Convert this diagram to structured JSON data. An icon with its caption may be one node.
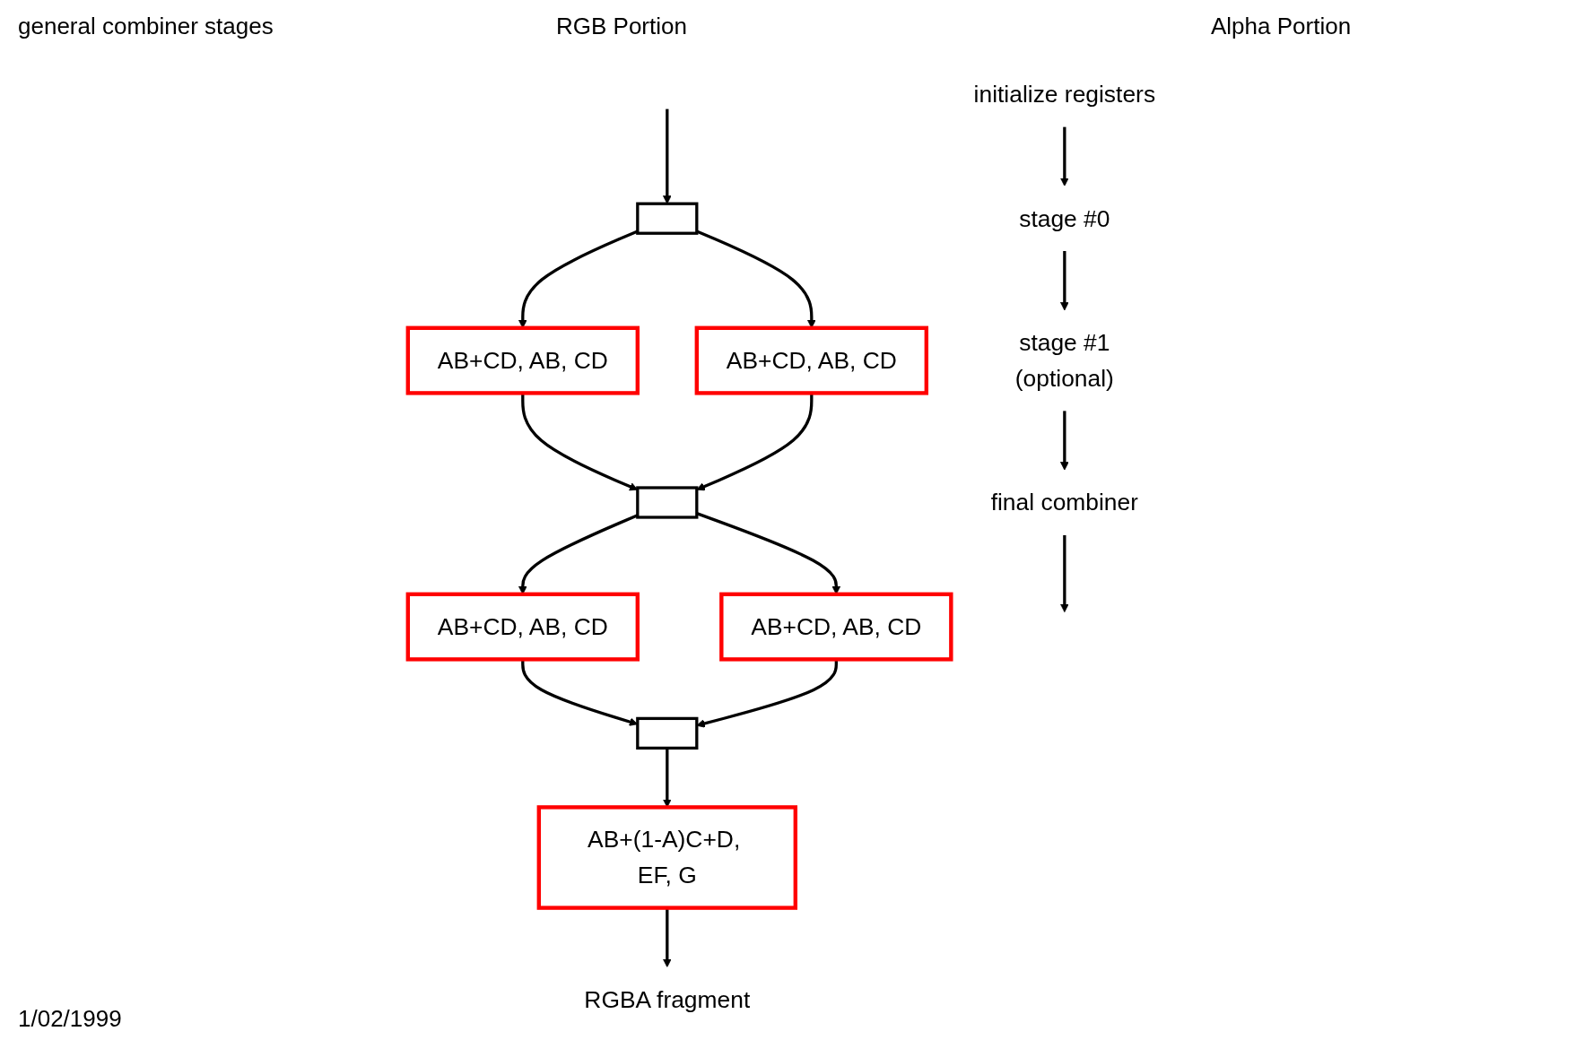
{
  "diagram": {
    "nodes": [
      {
        "text": [
          "initialize registers"
        ]
      },
      {
        "text": [
          "stage #0"
        ]
      },
      {
        "text": [
          "stage #1",
          "(optional)"
        ]
      },
      {
        "text": [
          "final combiner"
        ]
      },
      {
        "text": [],
        "shape": "box"
      },
      {
        "text": [
          "AB+CD, AB, CD"
        ]
      },
      {
        "text": [
          "AB+CD, AB, CD"
        ]
      },
      {
        "text": [],
        "shape": "box"
      },
      {
        "text": [
          "AB+CD, AB, CD"
        ]
      },
      {
        "text": [
          "AB+CD, AB, CD"
        ]
      },
      {
        "text": [],
        "shape": "box"
      },
      {
        "text": [
          "AB+(1-A)C+D, EF, G"
        ]
      },
      {
        "text": [
          "RGBA fragment"
        ]
      }
    ],
    "edges": [
      {
        "from": 0,
        "to": 1,
        "arrow": "to"
      },
      {
        "from": 1,
        "to": 2,
        "arrow": "to"
      },
      {
        "from": 2,
        "to": 3,
        "arrow": "to"
      },
      {
        "from": 3,
        "to": null,
        "arrow": "to"
      },
      {
        "from": null,
        "to": 4,
        "arrow": "to"
      },
      {
        "from": 4,
        "to": 5,
        "arrow": "to"
      },
      {
        "from": 4,
        "to": 6,
        "arrow": "to"
      },
      {
        "from": 5,
        "to": 7,
        "arrow": "to"
      },
      {
        "from": 6,
        "to": 7,
        "arrow": "to"
      },
      {
        "from": 7,
        "to": 8,
        "arrow": "to"
      },
      {
        "from": 7,
        "to": 9,
        "arrow": "to"
      },
      {
        "from": 8,
        "to": 10,
        "arrow": "to"
      },
      {
        "from": 9,
        "to": 10,
        "arrow": "to"
      },
      {
        "from": 10,
        "to": 11,
        "arrow": "to"
      },
      {
        "from": 11,
        "to": 12,
        "arrow": "to"
      }
    ],
    "labels": [
      "RGB Portion",
      "Alpha Portion",
      "general combiner stages",
      "1/02/1999"
    ]
  }
}
